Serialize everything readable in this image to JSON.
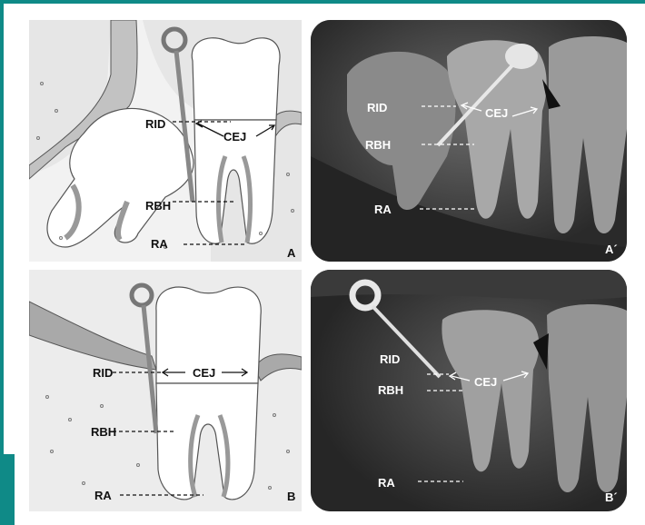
{
  "colors": {
    "accent": "#0f8a87",
    "drawing_bg": "#e6e6e6",
    "bone": "#c2c2c2",
    "tooth_fill": "#ffffff",
    "xray_bg": "#1a1a1a"
  },
  "panels": {
    "A": {
      "corner": "A",
      "labels": {
        "rid": "RID",
        "cej": "CEJ",
        "rbh": "RBH",
        "ra": "RA"
      }
    },
    "A_prime": {
      "corner": "A´",
      "labels": {
        "rid": "RID",
        "cej": "CEJ",
        "rbh": "RBH",
        "ra": "RA"
      }
    },
    "B": {
      "corner": "B",
      "labels": {
        "rid": "RID",
        "cej": "CEJ",
        "rbh": "RBH",
        "ra": "RA"
      }
    },
    "B_prime": {
      "corner": "B´",
      "labels": {
        "rid": "RID",
        "cej": "CEJ",
        "rbh": "RBH",
        "ra": "RA"
      }
    }
  }
}
